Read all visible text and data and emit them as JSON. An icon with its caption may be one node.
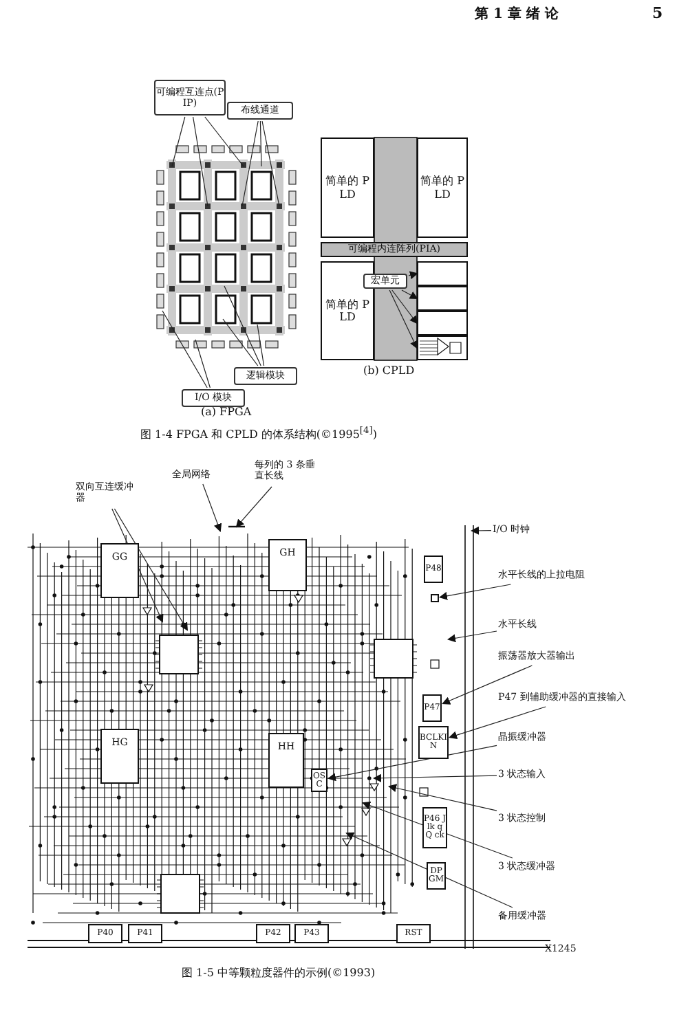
{
  "diagram": {
    "nodes": [
      {
        "text": [
          "可编程互连点(PIP)"
        ]
      },
      {
        "text": [
          "布线通道"
        ]
      },
      {
        "text": [
          "I/O 模块"
        ]
      },
      {
        "text": [
          "逻辑模块"
        ]
      },
      {
        "text": [
          "简单的 PLD"
        ]
      },
      {
        "text": [
          "简单的 PLD"
        ]
      },
      {
        "text": [
          "可编程内连阵列(PIA)"
        ]
      },
      {
        "text": [
          "简单的 PLD"
        ]
      },
      {
        "text": [
          "宏单元"
        ]
      },
      {
        "text": [
          "双向互连缓冲器"
        ]
      },
      {
        "text": [
          "全局网络"
        ]
      },
      {
        "text": [
          "每列的 3 条垂直长线"
        ]
      },
      {
        "text": [
          "GG"
        ]
      },
      {
        "text": [
          "GH"
        ]
      },
      {
        "text": [
          "HG"
        ]
      },
      {
        "text": [
          "HH"
        ]
      },
      {
        "text": [
          "P48"
        ]
      },
      {
        "text": [
          "P47"
        ]
      },
      {
        "text": [
          "BCLKIN"
        ]
      },
      {
        "text": [
          "OSC"
        ]
      },
      {
        "text": [
          "P46 J lk q Q ck"
        ]
      },
      {
        "text": [
          "DPGM"
        ]
      },
      {
        "text": [
          "P40"
        ]
      },
      {
        "text": [
          "P41"
        ]
      },
      {
        "text": [
          "P42"
        ]
      },
      {
        "text": [
          "P43"
        ]
      },
      {
        "text": [
          "RST"
        ]
      },
      {
        "text": [
          "I/O 时钟"
        ]
      },
      {
        "text": [
          "水平长线的上拉电阻"
        ]
      },
      {
        "text": [
          "水平长线"
        ]
      },
      {
        "text": [
          "振荡器放大器输出"
        ]
      },
      {
        "text": [
          "P47 到辅助缓冲器的直接输入"
        ]
      },
      {
        "text": [
          "晶振缓冲器"
        ]
      },
      {
        "text": [
          "3 状态输入"
        ]
      },
      {
        "text": [
          "3 状态控制"
        ]
      },
      {
        "text": [
          "3 状态缓冲器"
        ]
      },
      {
        "text": [
          "备用缓冲器"
        ]
      },
      {
        "text": [],
        "shape": "box"
      },
      {
        "text": [],
        "shape": "box"
      },
      {
        "text": [],
        "shape": "box"
      },
      {
        "text": [],
        "shape": "box"
      },
      {
        "text": [],
        "shape": "box"
      }
    ],
    "edges": [
      {
        "from": 0,
        "to": null,
        "arrow": "none"
      },
      {
        "from": 0,
        "to": null,
        "arrow": "none"
      },
      {
        "from": 0,
        "to": null,
        "arrow": "none"
      },
      {
        "from": 1,
        "to": null,
        "arrow": "none"
      },
      {
        "from": 1,
        "to": null,
        "arrow": "none"
      },
      {
        "from": 1,
        "to": null,
        "arrow": "none"
      },
      {
        "from": 2,
        "to": null,
        "arrow": "none"
      },
      {
        "from": 2,
        "to": null,
        "arrow": "none"
      },
      {
        "from": 3,
        "to": null,
        "arrow": "none"
      },
      {
        "from": 3,
        "to": null,
        "arrow": "none"
      },
      {
        "from": 3,
        "to": null,
        "arrow": "none"
      },
      {
        "from": 8,
        "to": 37,
        "arrow": "to"
      },
      {
        "from": 8,
        "to": 38,
        "arrow": "to"
      },
      {
        "from": 8,
        "to": 39,
        "arrow": "to"
      },
      {
        "from": 8,
        "to": 40,
        "arrow": "to"
      },
      {
        "from": 9,
        "to": null,
        "arrow": "to"
      },
      {
        "from": 9,
        "to": null,
        "arrow": "to"
      },
      {
        "from": 10,
        "to": null,
        "arrow": "to"
      },
      {
        "from": 11,
        "to": null,
        "arrow": "to"
      },
      {
        "from": 27,
        "to": null,
        "arrow": "to"
      },
      {
        "from": 28,
        "to": 41,
        "arrow": "to"
      },
      {
        "from": 29,
        "to": null,
        "arrow": "to"
      },
      {
        "from": 30,
        "to": 17,
        "arrow": "to"
      },
      {
        "from": 31,
        "to": 18,
        "arrow": "to"
      },
      {
        "from": 32,
        "to": 19,
        "arrow": "to"
      },
      {
        "from": 33,
        "to": null,
        "arrow": "to"
      },
      {
        "from": 34,
        "to": null,
        "arrow": "to"
      },
      {
        "from": 35,
        "to": null,
        "arrow": "to"
      },
      {
        "from": 36,
        "to": null,
        "arrow": "to"
      }
    ],
    "labels": [
      "第 1 章 绪 论",
      "5",
      "(a) FPGA",
      "(b) CPLD",
      "图 1-4 FPGA 和 CPLD 的体系结构(©1995$^{[4]}$)",
      "X1245",
      "图 1-5 中等颗粒度器件的示例(©1993)"
    ]
  }
}
